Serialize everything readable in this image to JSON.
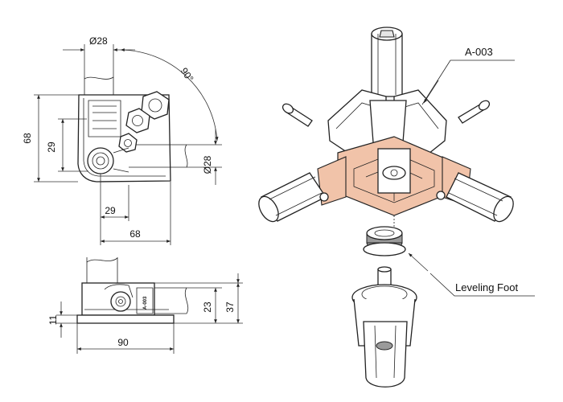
{
  "dimensions": {
    "top_diameter": "Ø28",
    "angle": "90°",
    "height_68": "68",
    "height_29": "29",
    "side_diameter": "Ø28",
    "width_29": "29",
    "width_68": "68",
    "side_11": "11",
    "side_23": "23",
    "side_37": "37",
    "side_90": "90"
  },
  "part_marking": "A-003",
  "callouts": {
    "connector": "A-003",
    "foot": "Leveling Foot"
  },
  "colors": {
    "highlight": "#f1c3a9",
    "line": "#222222"
  }
}
